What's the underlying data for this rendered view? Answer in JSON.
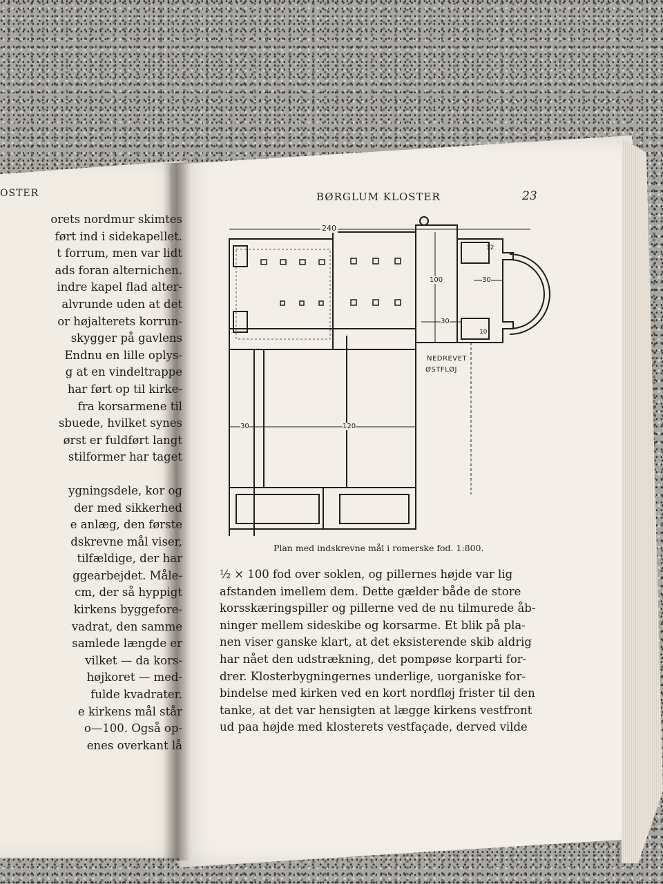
{
  "left_page": {
    "header": "OSTER",
    "lines": [
      "orets nordmur skimtes",
      "ført ind i sidekapellet.",
      "t forrum, men var lidt",
      "ads foran alternichen.",
      "indre kapel flad alter-",
      "alvrunde uden at det",
      "or højalterets korrun-",
      "skygger på gavlens",
      "Endnu en lille oplys-",
      "g at en vindeltrappe",
      "har ført op til kirke-",
      "fra korsarmene til",
      "sbuede, hvilket synes",
      "ørst er fuldført langt",
      "stilformer har taget",
      "",
      "ygningsdele, kor og",
      "der med sikkerhed",
      "e anlæg, den første",
      "dskrevne mål viser,",
      "tilfældige, der har",
      "ggearbejdet. Måle-",
      "cm, der så hyppigt",
      "kirkens byggefore-",
      "vadrat, den samme",
      "samlede længde er",
      "vilket — da kors-",
      "højkoret — med-",
      "fulde kvadrater.",
      "e kirkens mål står",
      "o—100. Også op-",
      "enes overkant lå"
    ]
  },
  "right_page": {
    "header": "BØRGLUM KLOSTER",
    "page_number": "23",
    "plan_labels": {
      "dim_240": "240",
      "dim_100": "100",
      "dim_30_apse": "30",
      "dim_12": "12",
      "dim_30_chapel": "30",
      "dim_10": "10",
      "dim_30_wing": "30",
      "dim_120": "120",
      "east_wing_1": "NEDREVET",
      "east_wing_2": "ØSTFLØJ"
    },
    "caption": "Plan med indskrevne mål i romerske fod. 1:800.",
    "lines": [
      "½ × 100 fod over soklen, og pillernes højde var lig",
      "afstanden imellem dem. Dette gælder både de store",
      "korsskæringspiller og pillerne ved de nu tilmurede åb-",
      "ninger mellem sideskibe og korsarme. Et blik på pla-",
      "nen viser ganske klart, at det eksisterende skib aldrig",
      "har nået den udstrækning, det pompøse korparti for-",
      "drer. Klosterbygningernes underlige, uorganiske for-",
      "bindelse med kirken ved en kort nordfløj frister til den",
      "tanke, at det var hensigten at lægge kirkens vestfront",
      "ud paa højde med klosterets vestfaçade, derved vilde"
    ]
  }
}
